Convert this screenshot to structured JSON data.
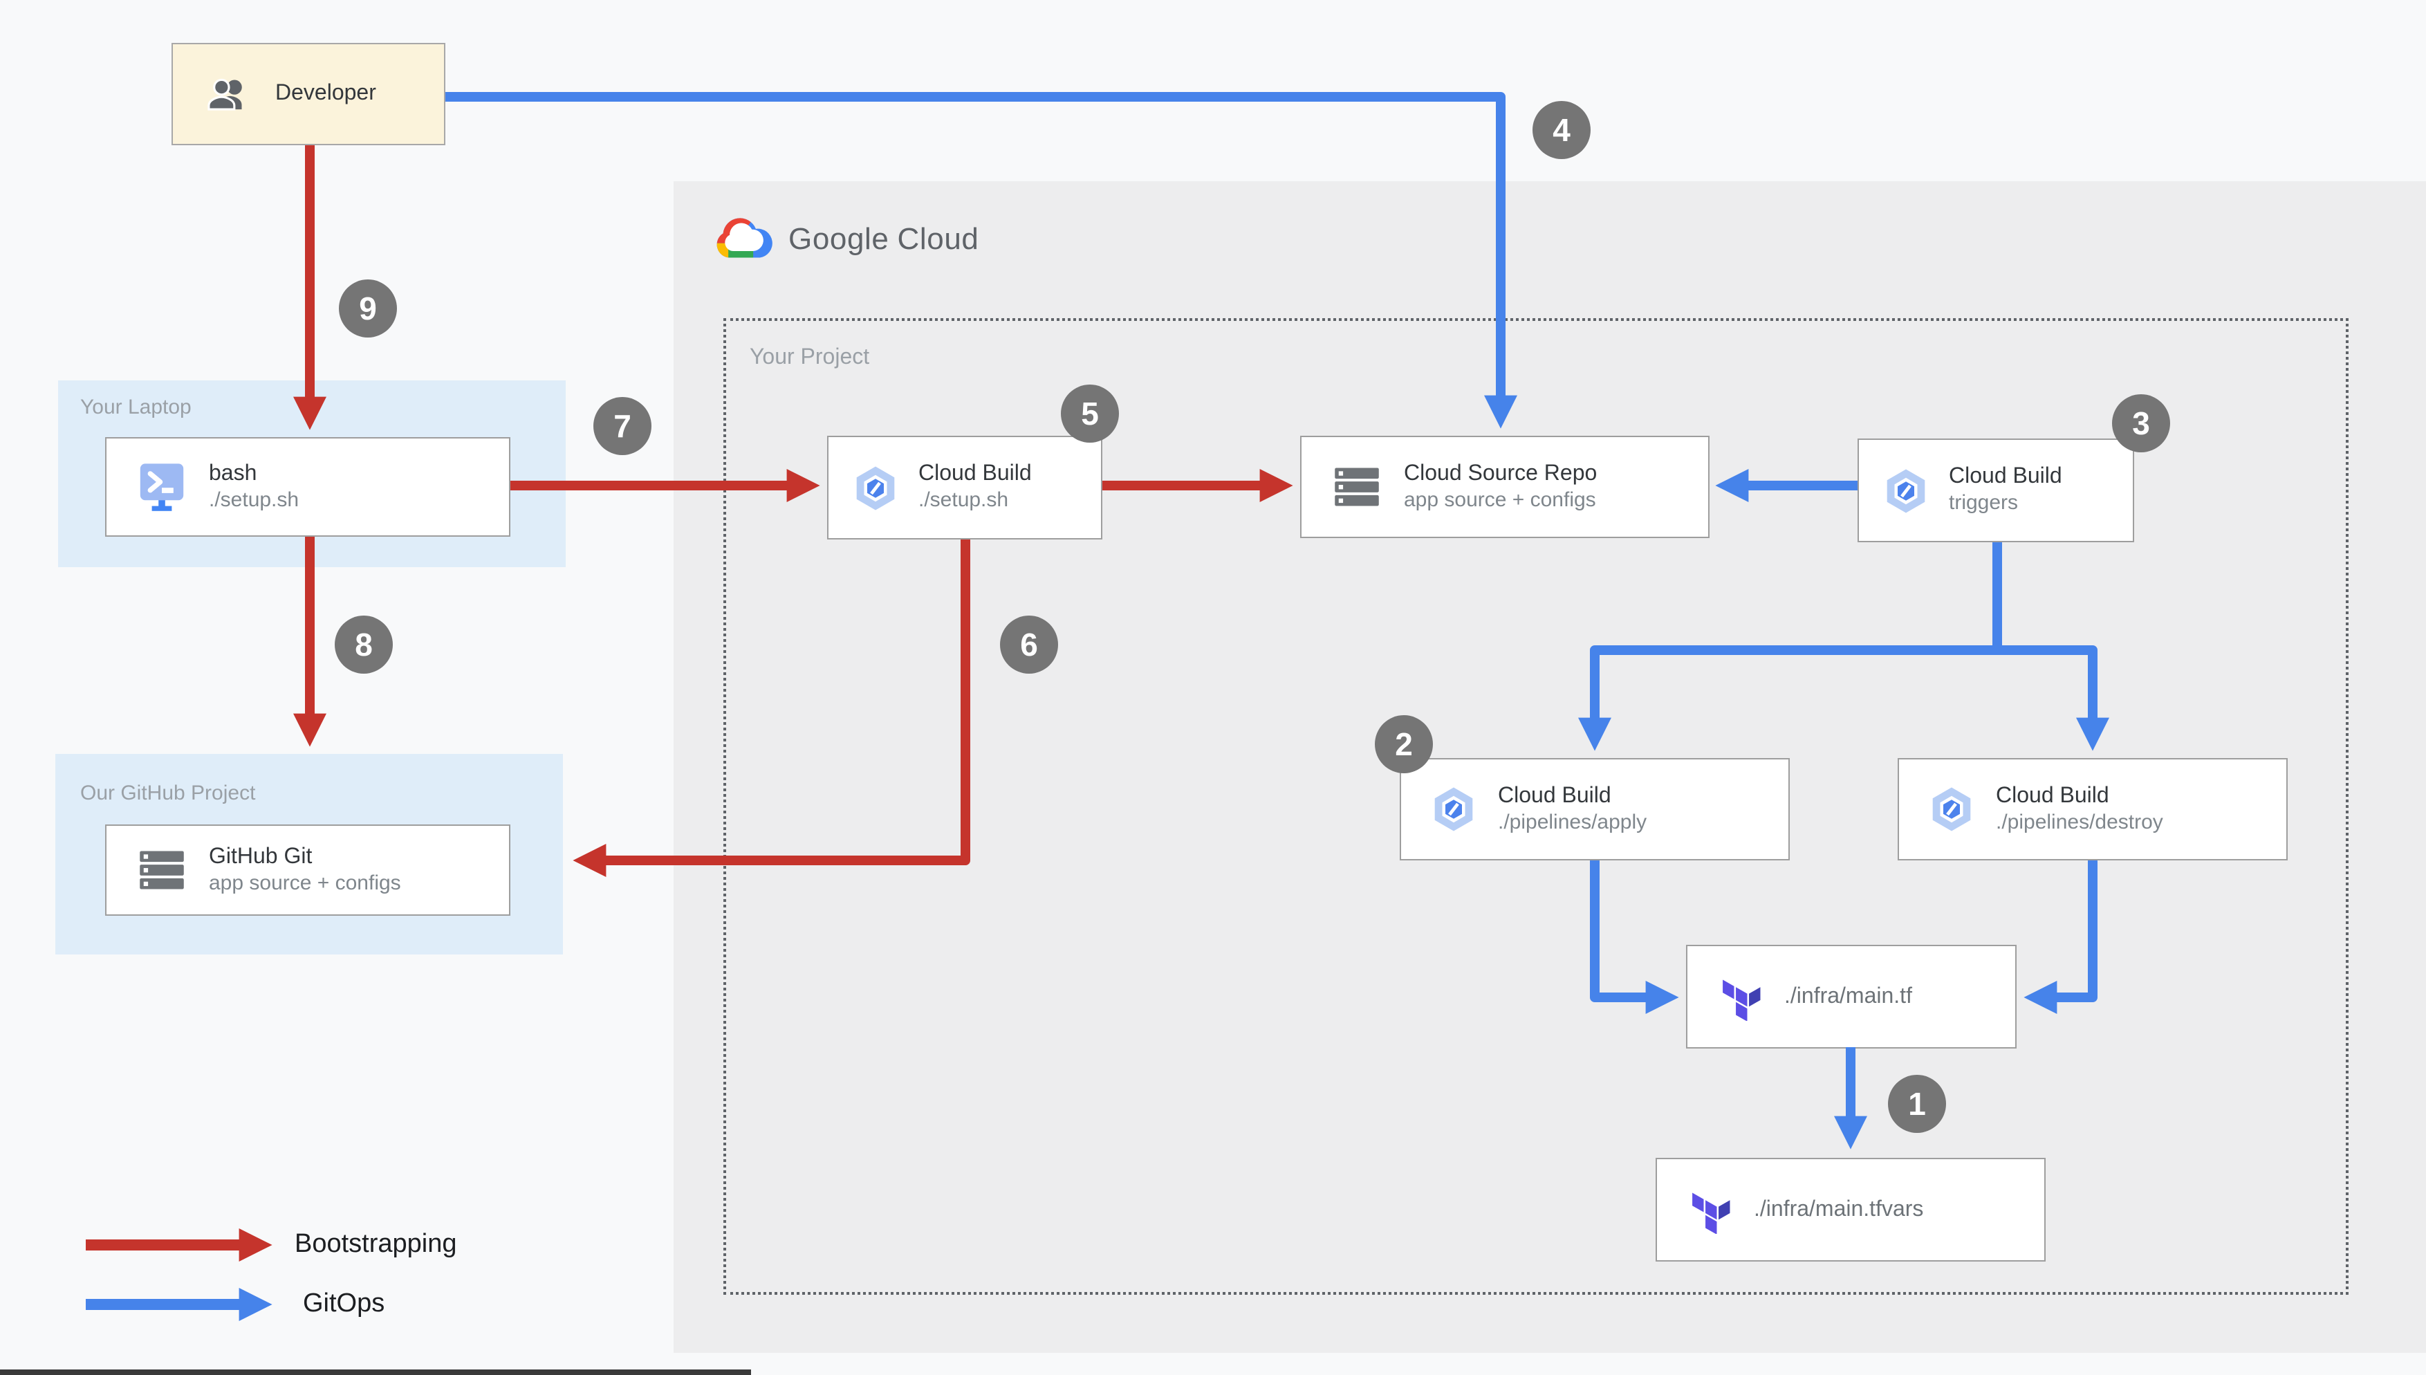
{
  "panels": {
    "google_cloud": {
      "word1": "Google",
      "word2": "Cloud"
    },
    "your_project": {
      "label": "Your Project"
    },
    "your_laptop": {
      "label": "Your Laptop"
    },
    "github_project": {
      "label": "Our GitHub Project"
    }
  },
  "nodes": {
    "developer": {
      "title": "Developer"
    },
    "bash": {
      "title": "bash",
      "subtitle": "./setup.sh"
    },
    "github_git": {
      "title": "GitHub Git",
      "subtitle": "app source + configs"
    },
    "cloud_build_setup": {
      "title": "Cloud Build",
      "subtitle": "./setup.sh"
    },
    "cloud_source_repo": {
      "title": "Cloud Source Repo",
      "subtitle": "app source + configs"
    },
    "cloud_build_triggers": {
      "title": "Cloud Build",
      "subtitle": "triggers"
    },
    "cloud_build_apply": {
      "title": "Cloud Build",
      "subtitle": "./pipelines/apply"
    },
    "cloud_build_destroy": {
      "title": "Cloud Build",
      "subtitle": "./pipelines/destroy"
    },
    "infra_main_tf": {
      "title": "./infra/main.tf"
    },
    "infra_main_tfvars": {
      "title": "./infra/main.tfvars"
    }
  },
  "badges": {
    "b1": "1",
    "b2": "2",
    "b3": "3",
    "b4": "4",
    "b5": "5",
    "b6": "6",
    "b7": "7",
    "b8": "8",
    "b9": "9"
  },
  "legend": {
    "bootstrapping": "Bootstrapping",
    "gitops": "GitOps"
  },
  "colors": {
    "bootstrapping_red": "#c5342c",
    "gitops_blue": "#4683ea",
    "badge_gray": "#757575",
    "google_cloud_panel": "#ededee",
    "laptop_panel_blue": "#dfedf9",
    "developer_box_cream": "#fbf3db"
  },
  "icons": {
    "developer": "people-icon",
    "bash": "terminal-icon",
    "repo": "server-stack-icon",
    "cloud_build": "cloud-build-hexagon-icon",
    "terraform": "terraform-icon",
    "google_cloud": "google-cloud-logo-icon"
  }
}
